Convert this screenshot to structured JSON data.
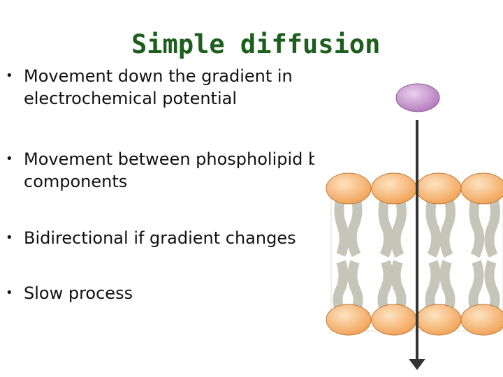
{
  "slide": {
    "title": "Simple diffusion",
    "bullets": [
      {
        "marker": "•",
        "text": "Movement down the gradient in electrochemical potential"
      },
      {
        "marker": "•",
        "text": "Movement between phospholipid bilayer components"
      },
      {
        "marker": "•",
        "text": "Bidirectional if gradient changes"
      },
      {
        "marker": "•",
        "text": "Slow process"
      }
    ]
  },
  "figure": {
    "description_icon": "phospholipid-bilayer-diffusion-illustration",
    "molecule_color": "#c98fcf",
    "head_color": "#f5b36b",
    "tail_color": "#c6c6b8",
    "arrow_color": "#333333"
  }
}
